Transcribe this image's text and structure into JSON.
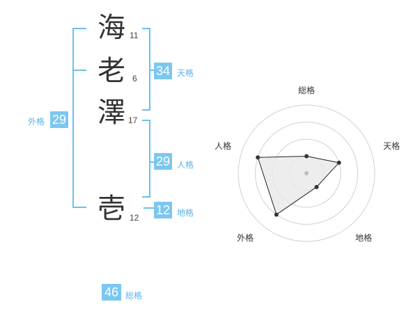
{
  "name": {
    "chars": [
      {
        "char": "海",
        "strokes": "11"
      },
      {
        "char": "老",
        "strokes": "6"
      },
      {
        "char": "澤",
        "strokes": "17"
      },
      {
        "char": "壱",
        "strokes": "12"
      }
    ]
  },
  "fortune": {
    "tenkaku": {
      "label": "天格",
      "value": "34"
    },
    "jinkaku": {
      "label": "人格",
      "value": "29"
    },
    "chikaku": {
      "label": "地格",
      "value": "12"
    },
    "gaikaku": {
      "label": "外格",
      "value": "29"
    },
    "soukaku": {
      "label": "総格",
      "value": "46"
    }
  },
  "colors": {
    "accent": "#7cc7f0",
    "line": "#6bbff0",
    "text": "#333333"
  },
  "chart_data": {
    "type": "radar",
    "axes": [
      "総格",
      "天格",
      "地格",
      "外格",
      "人格"
    ],
    "values": [
      0.25,
      0.5,
      0.25,
      0.75,
      0.75
    ],
    "rings": 4
  }
}
